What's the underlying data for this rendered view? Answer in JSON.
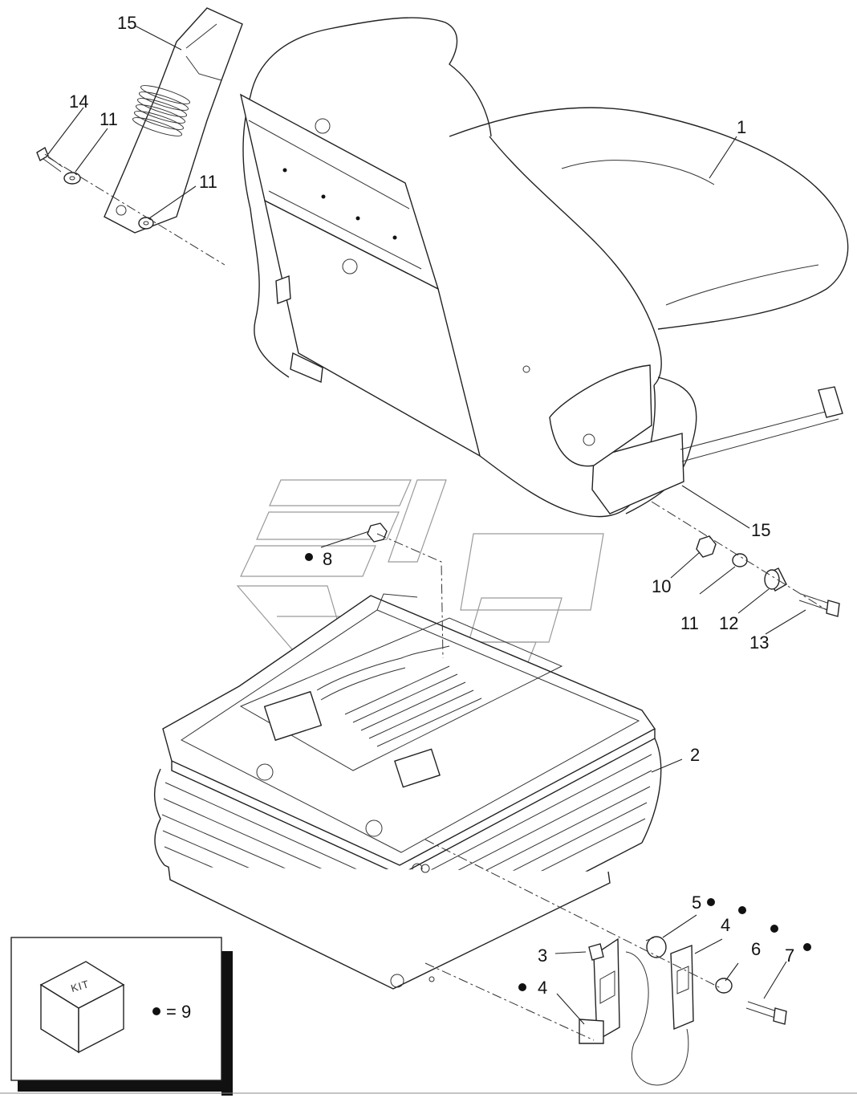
{
  "callouts": {
    "c1": "1",
    "c2": "2",
    "c3": "3",
    "c4a": "4",
    "c4b": "4",
    "c5": "5",
    "c6": "6",
    "c7": "7",
    "c8": "8",
    "c10": "10",
    "c11a": "11",
    "c11b": "11",
    "c11c": "11",
    "c12": "12",
    "c13": "13",
    "c14": "14",
    "c15a": "15",
    "c15b": "15"
  },
  "legend": {
    "kit_text": "KIT",
    "equation": "= 9"
  },
  "colors": {
    "line": "#222222",
    "watermark": "#9a9a9a",
    "background": "#ffffff"
  }
}
